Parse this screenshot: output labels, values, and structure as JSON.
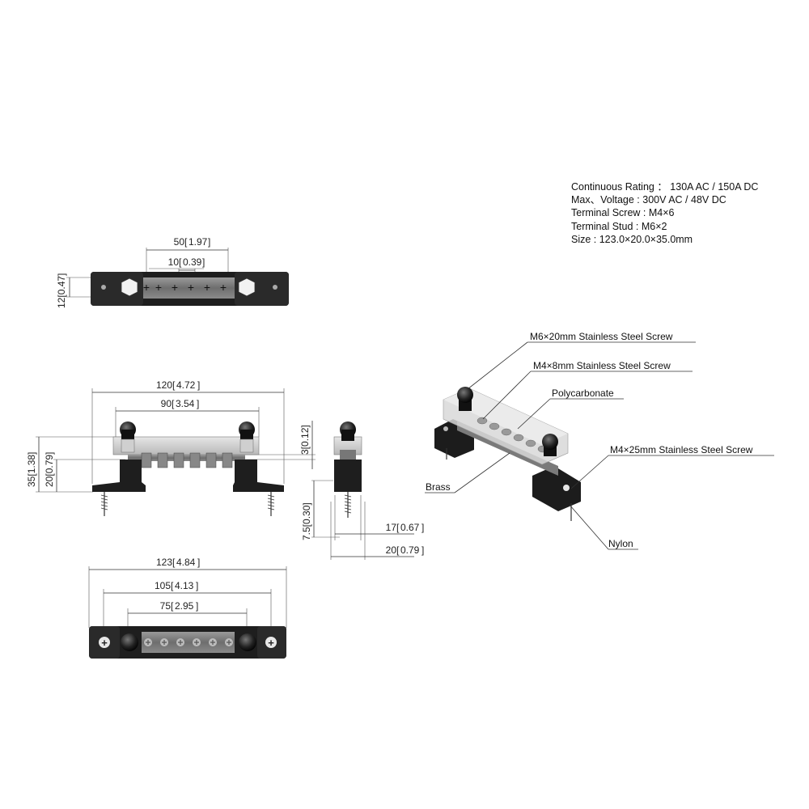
{
  "specs": {
    "continuous_rating": "Continuous Rating ：  130A AC / 150A DC",
    "max_voltage": "Max、Voltage : 300V AC / 48V DC",
    "terminal_screw": "Terminal Screw : M4×6",
    "terminal_stud": "Terminal Stud : M6×2",
    "size": "Size : 123.0×20.0×35.0mm"
  },
  "top_view": {
    "dim_50": "50",
    "dim_50_in": "1.97",
    "dim_10": "10",
    "dim_10_in": "0.39",
    "dim_12": "12",
    "dim_12_in": "0.47"
  },
  "front_view": {
    "dim_120": "120",
    "dim_120_in": "4.72",
    "dim_90": "90",
    "dim_90_in": "3.54",
    "dim_35": "35",
    "dim_35_in": "1.38",
    "dim_20": "20",
    "dim_20_in": "0.79",
    "dim_3": "3",
    "dim_3_in": "0.12"
  },
  "side_view": {
    "dim_7_5": "7.5",
    "dim_7_5_in": "0.30",
    "dim_17": "17",
    "dim_17_in": "0.67",
    "dim_20": "20",
    "dim_20_in": "0.79"
  },
  "bottom_view": {
    "dim_123": "123",
    "dim_123_in": "4.84",
    "dim_105": "105",
    "dim_105_in": "4.13",
    "dim_75": "75",
    "dim_75_in": "2.95"
  },
  "callouts": {
    "m6_screw": "M6×20mm Stainless Steel Screw",
    "m4_8_screw": "M4×8mm Stainless Steel Screw",
    "polycarbonate": "Polycarbonate",
    "m4_25_screw": "M4×25mm Stainless Steel Screw",
    "brass": "Brass",
    "nylon": "Nylon"
  }
}
